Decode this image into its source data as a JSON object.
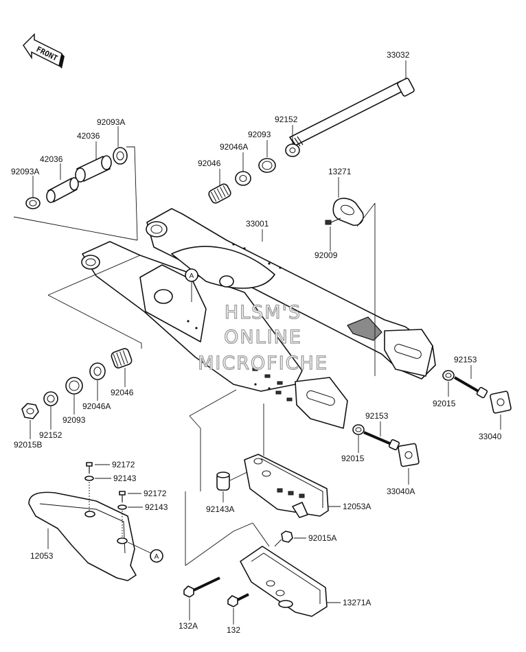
{
  "diagram": {
    "front_label": "FRONT",
    "watermark": [
      "HLSM'S",
      "ONLINE",
      "MICROFICHE"
    ],
    "ref_marker": "A",
    "parts": {
      "p33032": "33032",
      "p92152_top": "92152",
      "p92093_top": "92093",
      "p92046A_top": "92046A",
      "p92046_top": "92046",
      "p92093A_top": "92093A",
      "p42036_top": "42036",
      "p42036_left": "42036",
      "p92093A_left": "92093A",
      "p13271": "13271",
      "p92009": "92009",
      "p33001": "33001",
      "p92153_right": "92153",
      "p92015_right": "92015",
      "p33040": "33040",
      "p92046_bot": "92046",
      "p92046A_bot": "92046A",
      "p92093_bot": "92093",
      "p92152_bot": "92152",
      "p92015B": "92015B",
      "p92153_mid": "92153",
      "p92015_mid": "92015",
      "p33040A": "33040A",
      "p92172_a": "92172",
      "p92143_a": "92143",
      "p92172_b": "92172",
      "p92143_b": "92143",
      "p12053": "12053",
      "p92143A": "92143A",
      "p12053A": "12053A",
      "p92015A": "92015A",
      "p13271A": "13271A",
      "p132A": "132A",
      "p132": "132"
    }
  }
}
